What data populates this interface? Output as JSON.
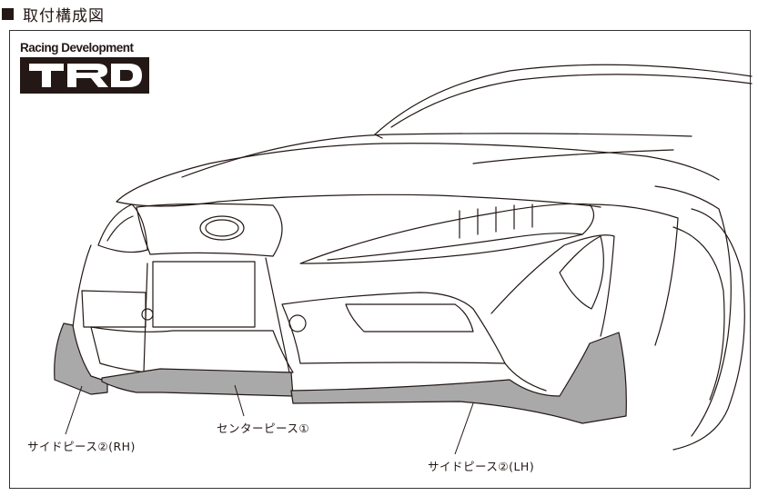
{
  "section": {
    "title": "取付構成図"
  },
  "logo": {
    "tagline": "Racing Development",
    "wordmark": "TRD"
  },
  "callouts": {
    "side_rh": "サイドピース②(RH)",
    "center": "センターピース①",
    "side_lh": "サイドピース②(LH)"
  },
  "colors": {
    "line": "#231815",
    "highlight_part": "#a9a9a9",
    "logo_background": "#231815",
    "logo_text": "#ffffff"
  }
}
